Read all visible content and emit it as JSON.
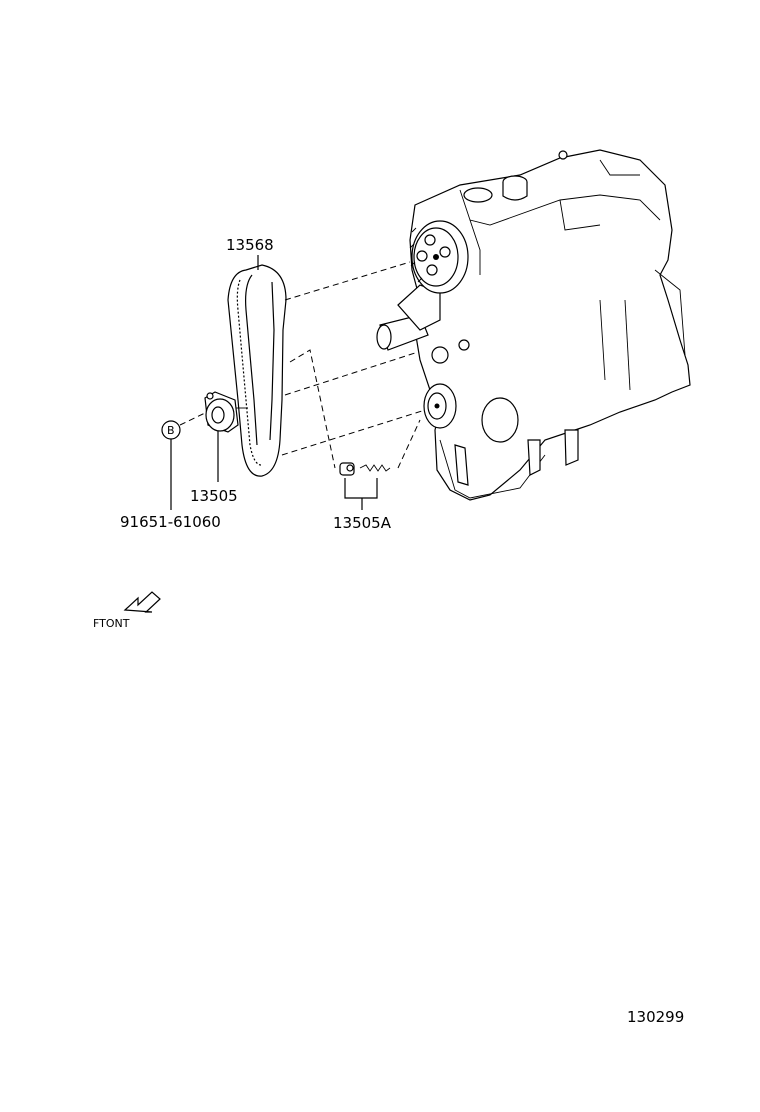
{
  "callouts": {
    "belt": "13568",
    "tensioner": "13505",
    "bolt": "91651-61060",
    "kit": "13505A",
    "circle_ref": "B"
  },
  "direction_label": "FTONT",
  "illustration_number": "130299",
  "icons": [
    "front-arrow-icon",
    "timing-belt-icon",
    "tensioner-pulley-icon",
    "engine-block-icon"
  ]
}
